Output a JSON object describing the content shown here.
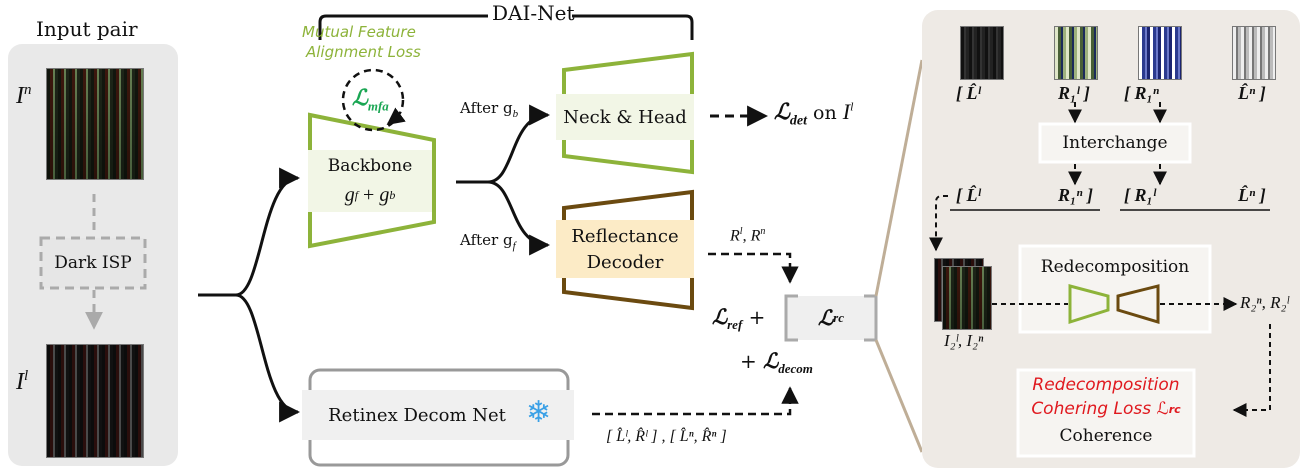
{
  "input_pair_title": "Input pair",
  "dark_isp_label": "Dark ISP",
  "dai_net_title": "DAI-Net",
  "mfa_loss_caption_line1": "Mutual Feature",
  "mfa_loss_caption_line2": "Alignment Loss",
  "loss_mfa": "ℒ",
  "loss_mfa_sub": "mfa",
  "backbone_title": "Backbone",
  "backbone_formula_g": "g",
  "backbone_formula_f": "f",
  "backbone_formula_plus": " + ",
  "backbone_formula_b": "b",
  "after_gb": "After g",
  "after_gb_sub": "b",
  "after_gf": "After g",
  "after_gf_sub": "f",
  "neck_head_label": "Neck & Head",
  "loss_det": "ℒ",
  "loss_det_sub": "det",
  "loss_det_on": " on ",
  "loss_det_I": "I",
  "loss_det_I_sup": "l",
  "reflectance_line1": "Reflectance",
  "reflectance_line2": "Decoder",
  "ref_outputs": "R",
  "loss_ref": "ℒ",
  "loss_ref_sub": "ref",
  "loss_rc": "ℒ",
  "loss_rc_sub": "rc",
  "loss_decom": "ℒ",
  "loss_decom_sub": "decom",
  "retinex_label": "Retinex Decom Net",
  "snowflake_glyph": "❄",
  "retinex_outputs": "[ L̂ˡ, R̂ˡ ] , [ L̂ⁿ, R̂ⁿ ]",
  "In_label": "I",
  "In_sup": "n",
  "Il_label": "I",
  "Il_sup": "l",
  "panel": {
    "top_row": [
      "[  L̂ˡ",
      "R₁ˡ ]",
      "[  R₁ⁿ",
      "L̂ⁿ ]"
    ],
    "interchange_label": "Interchange",
    "mid_row": [
      "[  L̂ˡ",
      "R₁ⁿ ]",
      "[  R₁ˡ",
      "L̂ⁿ ]"
    ],
    "redecomposition_label": "Redecomposition",
    "input_caption": "I₂ˡ, I₂ⁿ",
    "output_caption": "R₂ⁿ, R₂ˡ",
    "rc_loss_line1": "Redecomposition",
    "rc_loss_line2": "Cohering Loss ℒ",
    "rc_loss_sub": "rc",
    "coherence_label": "Coherence"
  },
  "colors": {
    "green": "#8db33a",
    "brown": "#6b4a10",
    "loss_red": "#e0191f",
    "mfa_green": "#1aa653",
    "panel_bg": "#eeeae5",
    "input_bg": "#e9e9e9"
  }
}
